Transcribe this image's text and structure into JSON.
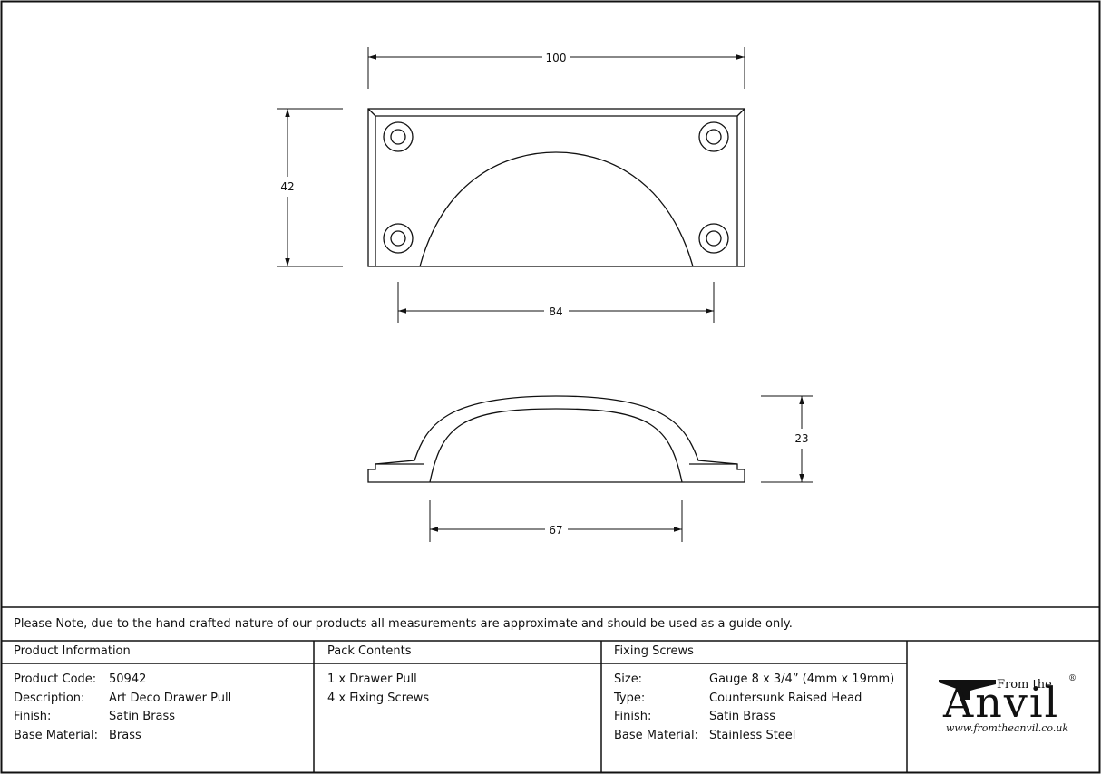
{
  "drawing": {
    "dimensions": {
      "overall_width": "100",
      "overall_height": "42",
      "hole_centres": "84",
      "cup_opening": "67",
      "projection": "23"
    }
  },
  "note": "Please Note, due to the hand crafted nature of our products all measurements are approximate and should be used as a guide only.",
  "product_info": {
    "heading": "Product Information",
    "rows": [
      {
        "label": "Product Code:",
        "value": "50942"
      },
      {
        "label": "Description:",
        "value": "Art Deco Drawer Pull"
      },
      {
        "label": "Finish:",
        "value": "Satin Brass"
      },
      {
        "label": "Base Material:",
        "value": "Brass"
      }
    ]
  },
  "pack_contents": {
    "heading": "Pack Contents",
    "items": [
      "1 x Drawer Pull",
      "4 x Fixing Screws"
    ]
  },
  "fixing_screws": {
    "heading": "Fixing Screws",
    "rows": [
      {
        "label": "Size:",
        "value": "Gauge 8 x 3/4” (4mm x 19mm)"
      },
      {
        "label": "Type:",
        "value": "Countersunk Raised Head"
      },
      {
        "label": "Finish:",
        "value": "Satin Brass"
      },
      {
        "label": "Base Material:",
        "value": "Stainless Steel"
      }
    ]
  },
  "logo": {
    "from_the": "From the",
    "brand": "Anvil",
    "registered": "®",
    "url": "www.fromtheanvil.co.uk"
  }
}
